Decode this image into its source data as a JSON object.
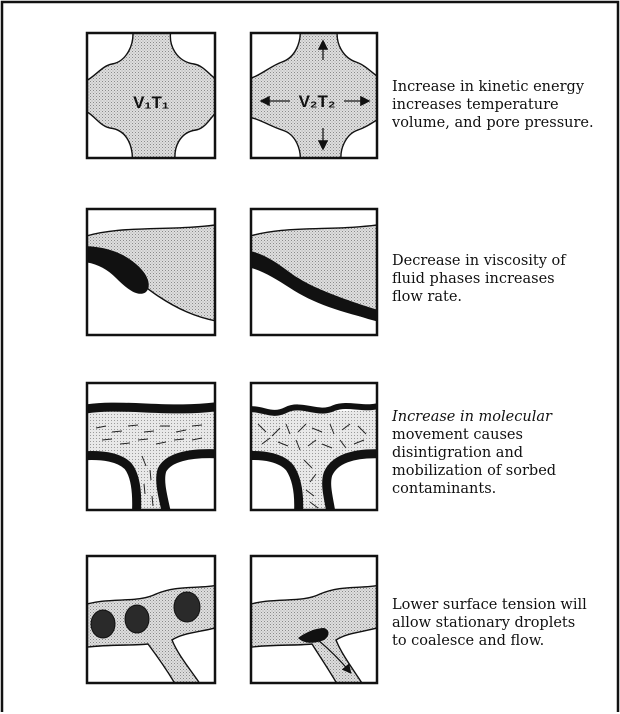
{
  "panels": [
    {
      "left_label": "V₁T₁",
      "right_label": "V₂T₂",
      "caption_lines": [
        "Increase in kinetic energy",
        "increases temperature",
        "volume, and pore pressure."
      ]
    },
    {
      "caption_lines": [
        "Decrease in viscosity of",
        "fluid phases increases",
        "flow rate."
      ]
    },
    {
      "caption_lines": [
        "Increase in molecular",
        "movement causes",
        "disintigration and",
        "mobilization of sorbed",
        "contaminants."
      ]
    },
    {
      "caption_lines": [
        "Lower surface tension will",
        "allow stationary droplets",
        "to coalesce and flow."
      ]
    }
  ]
}
